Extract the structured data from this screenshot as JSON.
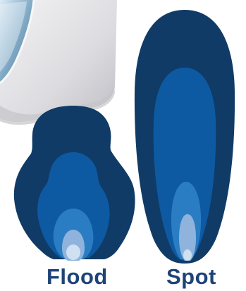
{
  "labels": {
    "flood": "Flood",
    "spot": "Spot"
  },
  "colors": {
    "label_text": "#1e4379",
    "zone_outer": "#103b66",
    "zone_middle": "#0d5aa3",
    "zone_inner": "#2a7dc2",
    "zone_core": "#8fb3dd",
    "zone_hotspot": "#cfe0f2",
    "housing_body": "#e7e7ea",
    "housing_shadow": "#c4c4c9",
    "lens_glass": "#8ab2cc"
  },
  "icons": {
    "fixture": "light-fixture-housing",
    "flood": "flood-beam-pattern",
    "spot": "spot-beam-pattern"
  }
}
